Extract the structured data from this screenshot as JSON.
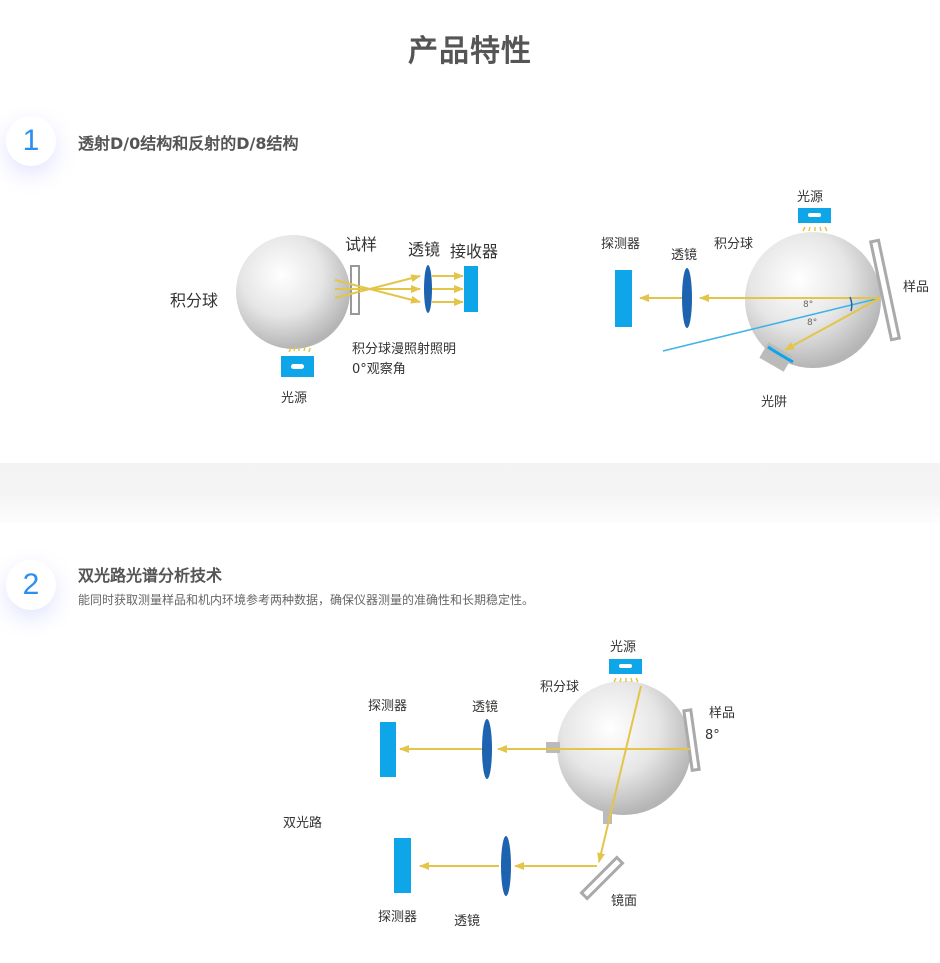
{
  "page_title": "产品特性",
  "features": [
    {
      "number": "1",
      "title": "透射D/0结构和反射的D/8结构",
      "description": ""
    },
    {
      "number": "2",
      "title": "双光路光谱分析技术",
      "description": "能同时获取测量样品和机内环境参考两种数据，确保仪器测量的准确性和长期稳定性。"
    }
  ],
  "diagrams": {
    "transmission": {
      "sphere": "积分球",
      "sample": "试样",
      "lens": "透镜",
      "receiver": "接收器",
      "caption_line1": "积分球漫照射照明",
      "caption_line2": "0°观察角",
      "light_source": "光源"
    },
    "reflection": {
      "light_source": "光源",
      "detector": "探测器",
      "lens": "透镜",
      "sphere": "积分球",
      "sample": "样品",
      "light_trap": "光阱",
      "angle1": "8°",
      "angle2": "8°"
    },
    "dual_path": {
      "light_source": "光源",
      "sphere": "积分球",
      "detector_top": "探测器",
      "lens_top": "透镜",
      "sample": "样品",
      "angle": "8°",
      "dual_path_label": "双光路",
      "detector_bottom": "探测器",
      "lens_bottom": "透镜",
      "mirror": "镜面"
    }
  },
  "colors": {
    "accent_blue": "#2b8ef0",
    "component_blue": "#0ea5e9",
    "lens_blue": "#1e63b0",
    "ray_yellow": "#e3c54a",
    "title_gray": "#555555"
  }
}
